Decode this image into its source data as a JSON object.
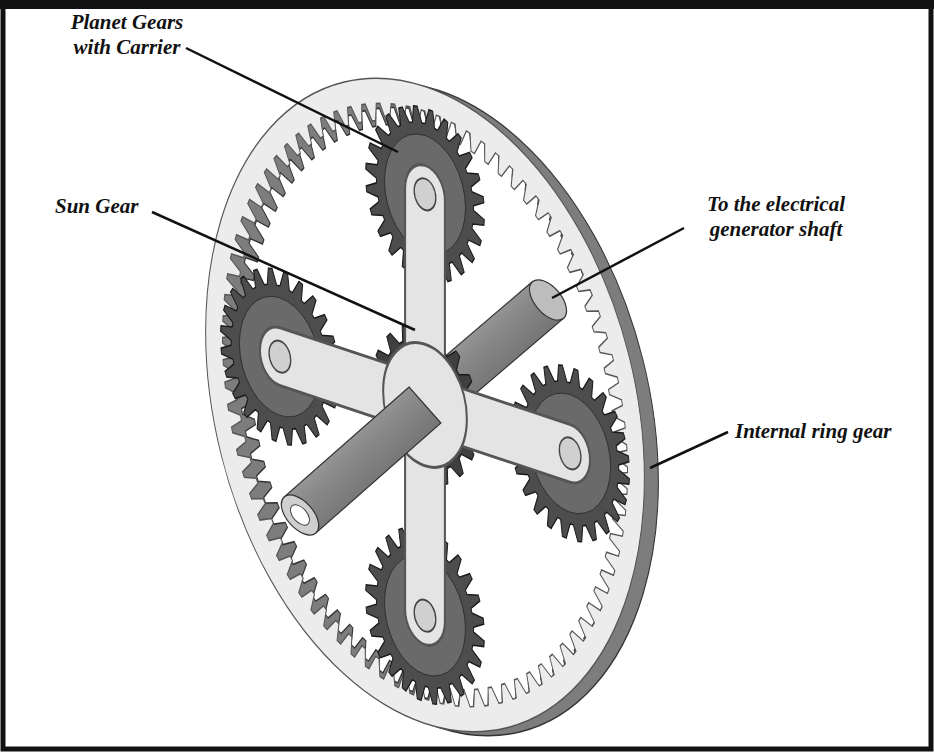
{
  "diagram": {
    "labels": [
      "Planet Gears with Carrier",
      "Sun Gear",
      "To the electrical generator shaft",
      "Internal ring gear"
    ]
  }
}
